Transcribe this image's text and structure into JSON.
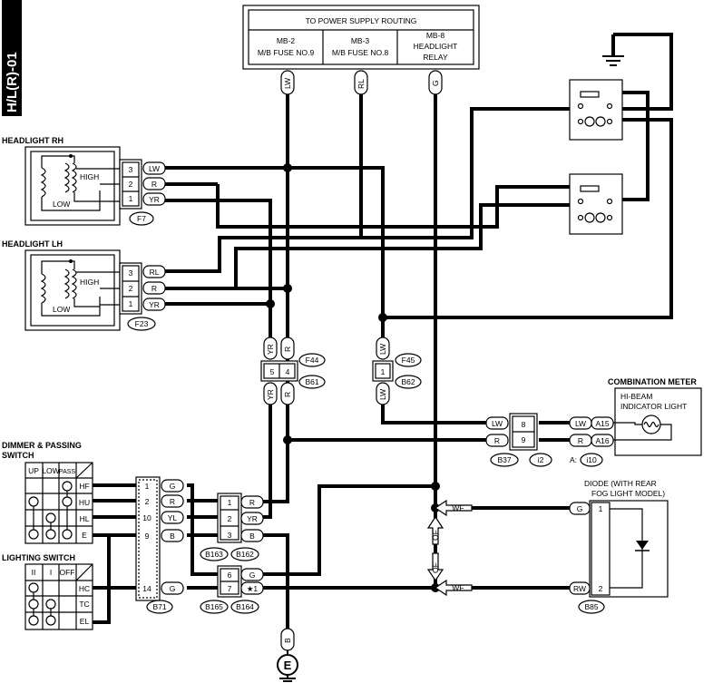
{
  "page_tag": "H/L(R)-01",
  "power": {
    "title": "TO POWER SUPPLY ROUTING",
    "mb2": {
      "line1": "MB-2",
      "line2": "M/B FUSE NO.9"
    },
    "mb3": {
      "line1": "MB-3",
      "line2": "M/B FUSE NO.8"
    },
    "mb8": {
      "line1": "MB-8",
      "line2": "HEADLIGHT",
      "line3": "RELAY"
    },
    "wires": [
      "LW",
      "RL",
      "G"
    ]
  },
  "headlight_rh": {
    "title": "HEADLIGHT RH",
    "high": "HIGH",
    "low": "LOW",
    "pins": [
      "3",
      "2",
      "1"
    ],
    "wires": [
      "LW",
      "R",
      "YR"
    ],
    "conn": "F7"
  },
  "headlight_lh": {
    "title": "HEADLIGHT LH",
    "high": "HIGH",
    "low": "LOW",
    "pins": [
      "3",
      "2",
      "1"
    ],
    "wires": [
      "RL",
      "R",
      "YR"
    ],
    "conn": "F23"
  },
  "mid_conn": {
    "wire_top_left": "YR",
    "wire_top_right": "R",
    "pin_left": "5",
    "pin_right": "4",
    "wire_bot_left": "YR",
    "wire_bot_right": "R",
    "conn_top": "F44",
    "conn_bot": "B61"
  },
  "lw_conn": {
    "wire_top": "LW",
    "pin": "1",
    "wire_bot": "LW",
    "conn_top": "F45",
    "conn_bot": "B62"
  },
  "combination_meter": {
    "title": "COMBINATION METER",
    "indicator_line1": "HI-BEAM",
    "indicator_line2": "INDICATOR LIGHT",
    "a_prefix": "A:",
    "meter_conn": "i10"
  },
  "meter_conn": {
    "row1": {
      "wire_l": "LW",
      "pin": "8",
      "wire_r": "LW",
      "term": "A15"
    },
    "row2": {
      "wire_l": "R",
      "pin": "9",
      "wire_r": "R",
      "term": "A16"
    },
    "conn_l": "B37",
    "conn_r": "i2"
  },
  "dimmer_switch": {
    "title_line1": "DIMMER & PASSING",
    "title_line2": "SWITCH",
    "cols": [
      "UP",
      "LOW",
      "PASS"
    ],
    "rows": [
      "HF",
      "HU",
      "HL",
      "E"
    ]
  },
  "lighting_switch": {
    "title": "LIGHTING SWITCH",
    "cols": [
      "II",
      "I",
      "OFF"
    ],
    "rows": [
      "HC",
      "TC",
      "EL"
    ]
  },
  "b71": {
    "rows": [
      {
        "pin": "1",
        "wire": "G"
      },
      {
        "pin": "2",
        "wire": "R"
      },
      {
        "pin": "10",
        "wire": "YL"
      },
      {
        "pin": "9",
        "wire": "B"
      }
    ],
    "bottom": {
      "pin": "14",
      "wire": "G"
    },
    "conn": "B71"
  },
  "b163": {
    "rows": [
      {
        "pin": "1",
        "wire": "R"
      },
      {
        "pin": "2",
        "wire": "YR"
      },
      {
        "pin": "3",
        "wire": "B"
      }
    ],
    "conn_l": "B163",
    "conn_r": "B162"
  },
  "b165": {
    "rows": [
      {
        "pin": "6",
        "wire": "G"
      },
      {
        "pin": "7",
        "wire": "★1"
      }
    ],
    "conn_l": "B165",
    "conn_r": "B164"
  },
  "ground": {
    "wire": "B",
    "label": "E"
  },
  "diode": {
    "title_line1": "DIODE (WITH REAR",
    "title_line2": "FOG LIGHT MODEL)",
    "rows": [
      {
        "wire": "G",
        "pin": "1"
      },
      {
        "wire": "RW",
        "pin": "2"
      }
    ],
    "conn": "B85"
  },
  "wf_arrows": [
    {
      "label": "WF",
      "of": "OF"
    },
    {
      "label": "WF",
      "of": "OF"
    }
  ]
}
